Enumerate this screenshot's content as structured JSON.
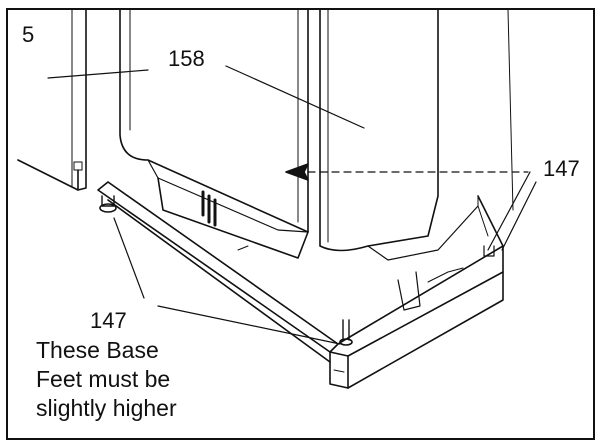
{
  "figure": {
    "step_number": "5",
    "callouts": {
      "panel": "158",
      "foot_right": "147",
      "foot_left": "147"
    },
    "note_lines": [
      "These Base",
      "Feet must be",
      "slightly higher"
    ]
  }
}
